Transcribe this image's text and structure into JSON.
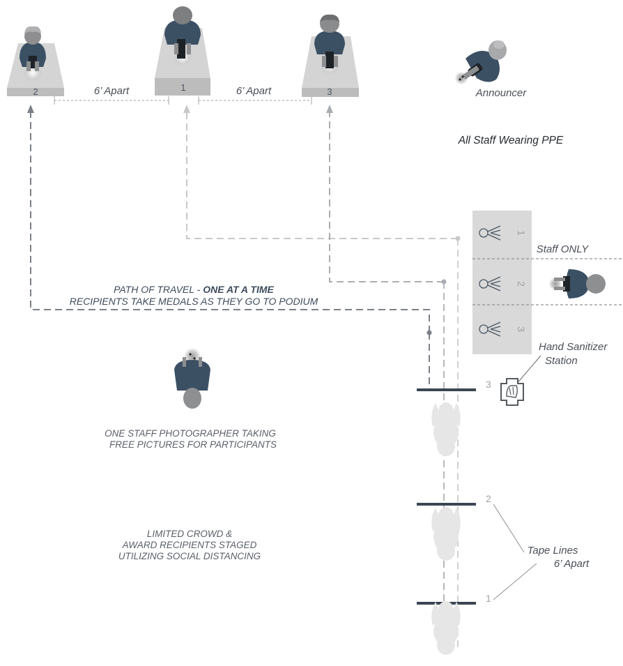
{
  "podiums": [
    {
      "place": "1",
      "label": "1"
    },
    {
      "place": "2",
      "label": "2"
    },
    {
      "place": "3",
      "label": "3"
    }
  ],
  "spacing": {
    "left_label": "6’ Apart",
    "right_label": "6’ Apart"
  },
  "announcer": {
    "label": "Announcer"
  },
  "ppe_note": "All Staff Wearing PPE",
  "medal_station": {
    "slots": [
      "1",
      "2",
      "3"
    ],
    "staff_label": "Staff ONLY"
  },
  "path_of_travel": {
    "line1_prefix": "PATH OF TRAVEL - ",
    "line1_emphasis": "ONE AT A TIME",
    "line2": "RECIPIENTS TAKE MEDALS AS THEY GO TO PODIUM"
  },
  "photographer": {
    "line1": "ONE STAFF PHOTOGRAPHER TAKING",
    "line2": "FREE PICTURES FOR PARTICIPANTS"
  },
  "sanitizer": {
    "line1": "Hand Sanitizer",
    "line2": "Station"
  },
  "crowd": {
    "line1": "LIMITED CROWD &",
    "line2": "AWARD RECIPIENTS STAGED",
    "line3": "UTILIZING SOCIAL DISTANCING"
  },
  "tape_lines": {
    "numbers": [
      "3",
      "2",
      "1"
    ],
    "label_line1": "Tape Lines",
    "label_line2": "6’ Apart"
  },
  "colors": {
    "navy": "#3a4d60",
    "skin_gray": "#8e8f91",
    "podium_top": "#d2d2d2",
    "podium_front": "#b9b9b9",
    "dash_light": "#c9c9c9",
    "dash_dark": "#7a7f86",
    "tape": "#3b4552",
    "station_bg": "#d9d9d9",
    "crowd_ghost": "#e5e5e5"
  }
}
